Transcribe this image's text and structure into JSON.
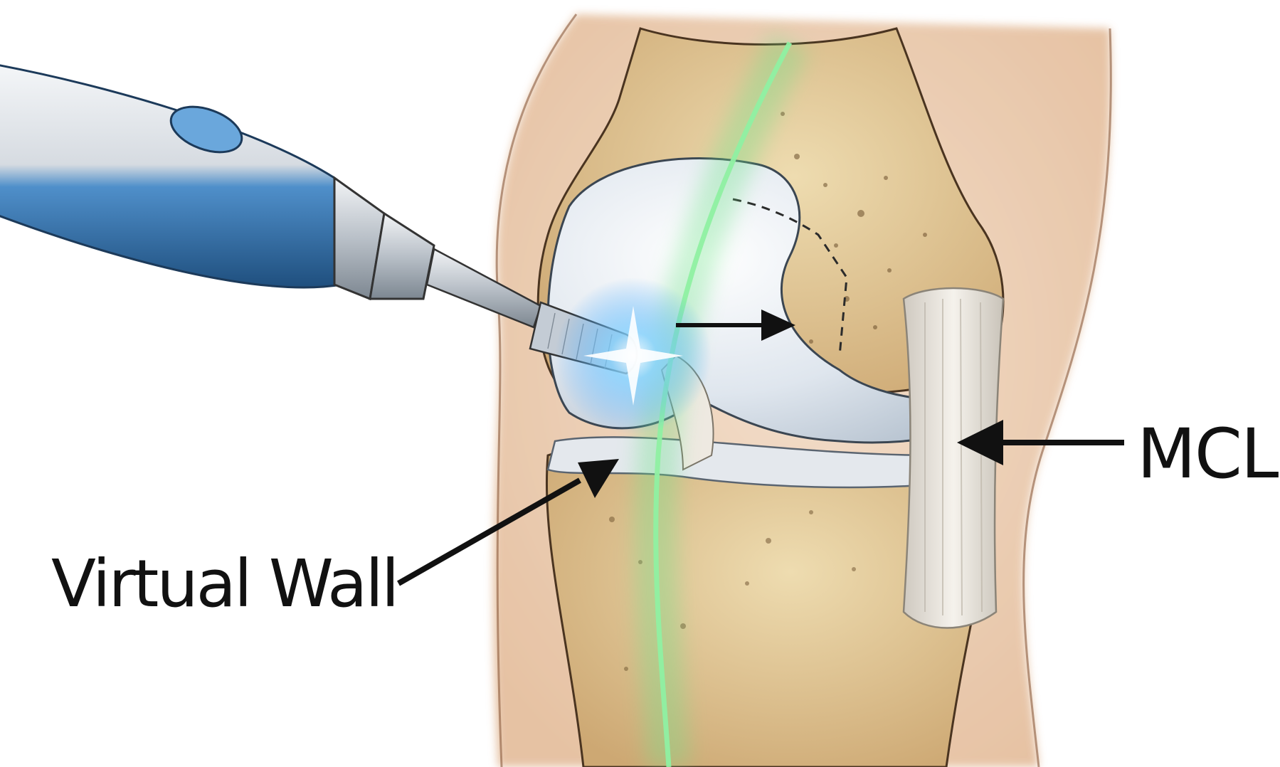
{
  "labels": {
    "mcl": "MCL",
    "virtual_wall": "Virtual Wall"
  },
  "colors": {
    "background": "#ffffff",
    "skin": "#e8c6a6",
    "bone": "#d9bf8c",
    "cartilage": "#dfe6ee",
    "ligament": "#e9e4dc",
    "virtual_wall_glow": "#6fe38a",
    "drill_blue": "#3f7fb7",
    "drill_silver": "#c9ced4",
    "arrow": "#111111"
  },
  "icons": {
    "drill": "surgical-burr-drill",
    "glow": "blue-energy-spark"
  }
}
